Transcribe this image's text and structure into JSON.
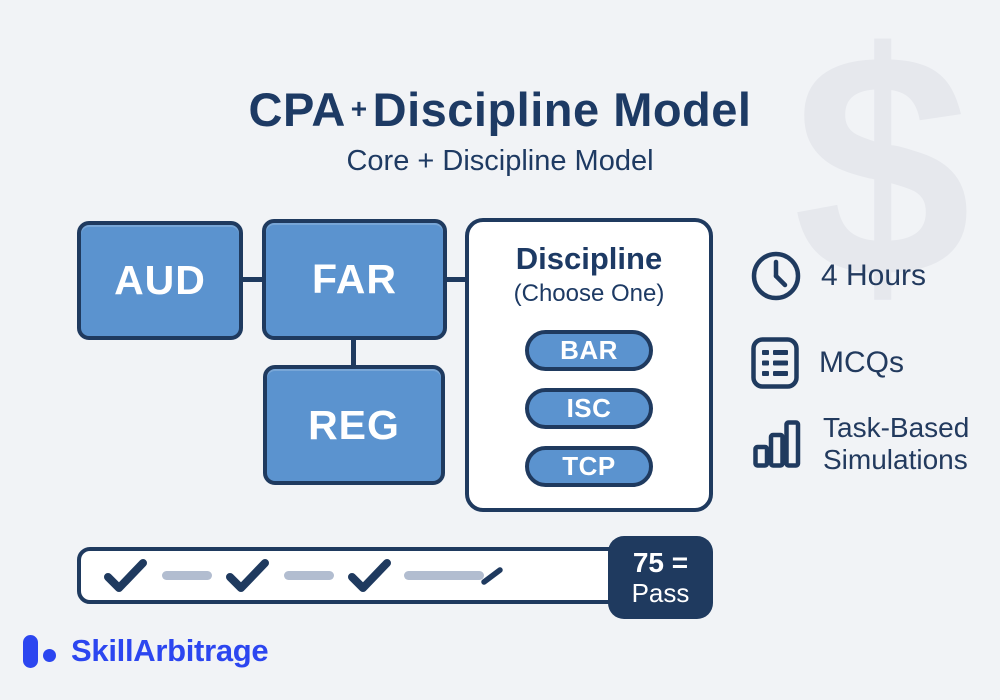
{
  "title": {
    "main_left": "CPA",
    "main_plus": "+",
    "main_right": "Discipline Model",
    "subtitle": "Core + Discipline Model"
  },
  "watermark": "$",
  "core_boxes": [
    {
      "label": "AUD"
    },
    {
      "label": "FAR"
    },
    {
      "label": "REG"
    }
  ],
  "discipline": {
    "heading": "Discipline",
    "subheading": "(Choose One)",
    "options": [
      "BAR",
      "ISC",
      "TCP"
    ]
  },
  "features": [
    {
      "icon": "clock-icon",
      "label": "4 Hours"
    },
    {
      "icon": "list-icon",
      "label": "MCQs"
    },
    {
      "icon": "bar-chart-icon",
      "label": "Task-Based Simulations"
    }
  ],
  "passing": {
    "score_line": "75 =",
    "pass_line": "Pass"
  },
  "brand": {
    "name": "SkillArbitrage"
  },
  "colors": {
    "navy": "#1f3a5f",
    "box_blue": "#5b93cf",
    "dash_gray": "#b2bdd0",
    "logo_blue": "#2c46f0",
    "background": "#f1f3f6",
    "watermark_gray": "#e6e8ed"
  }
}
